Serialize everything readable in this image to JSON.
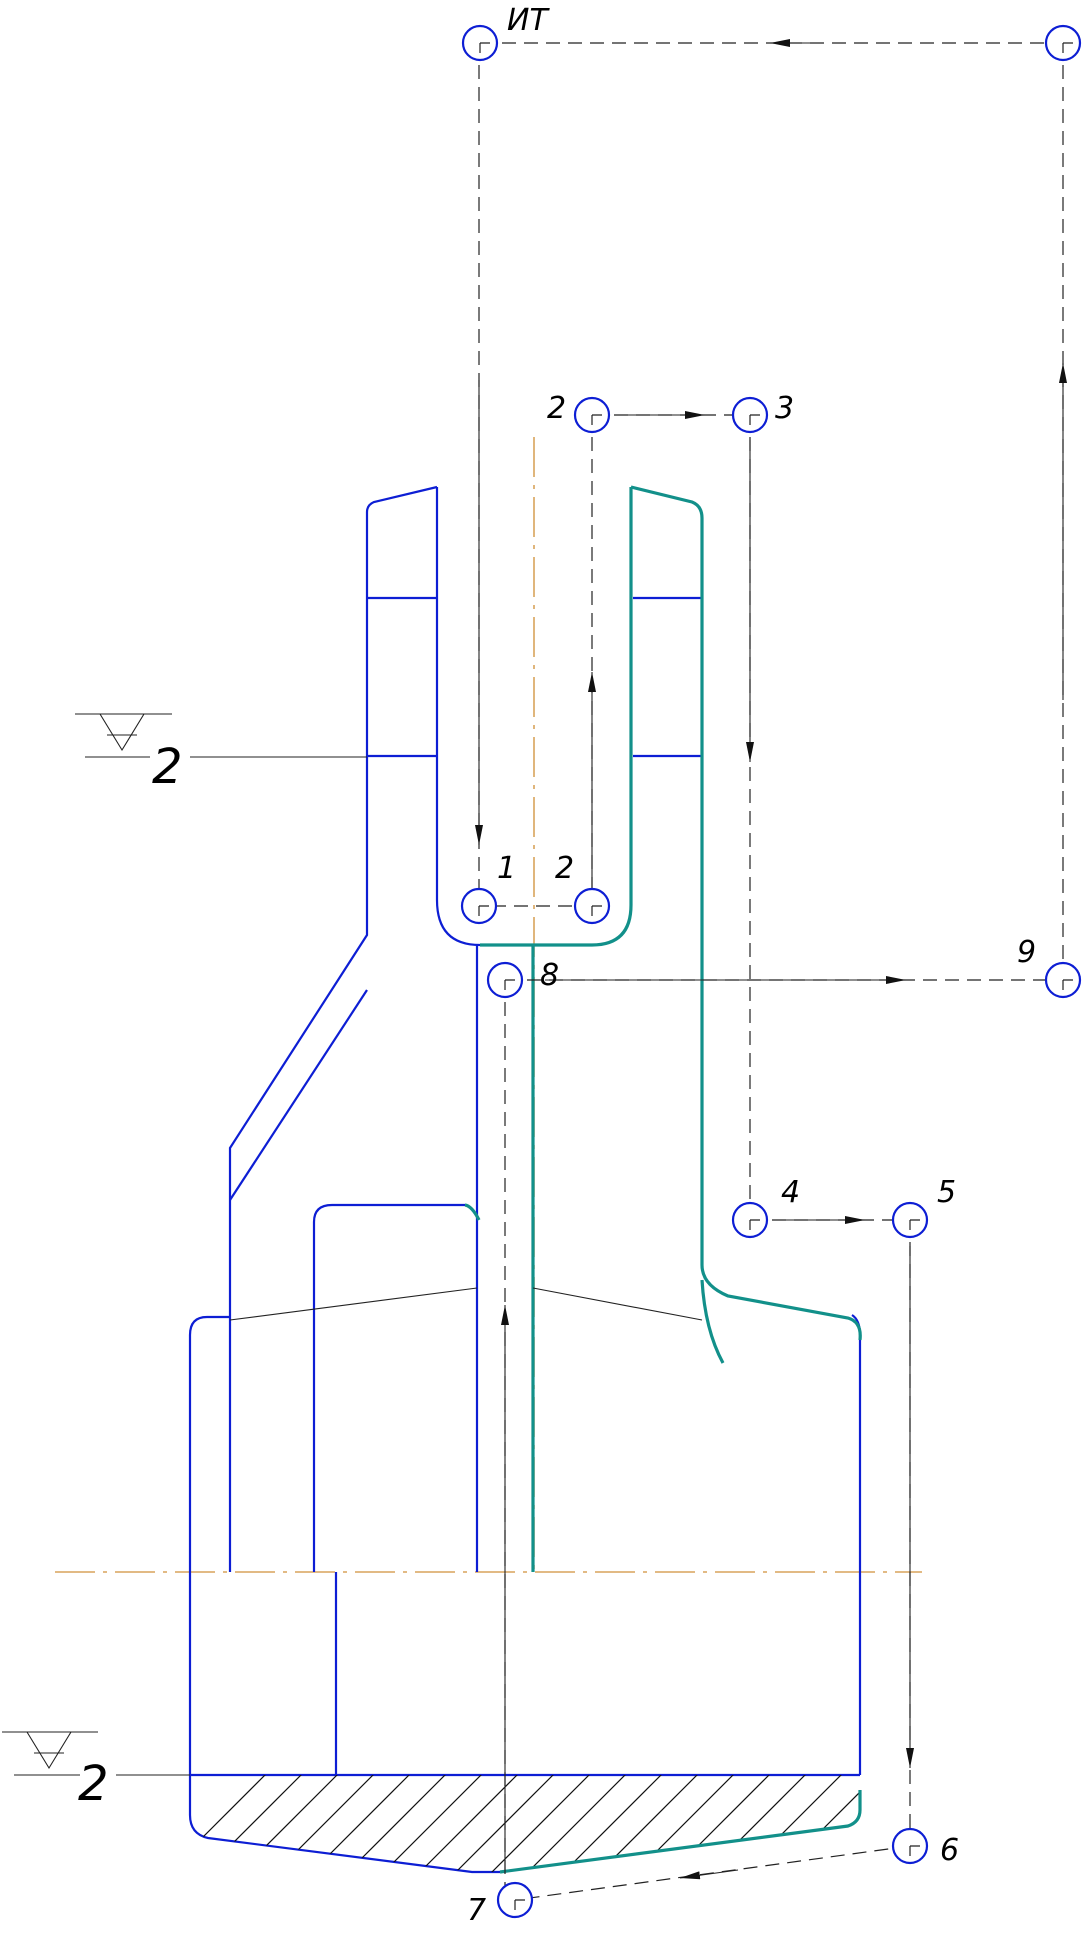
{
  "labels": {
    "it": "ИТ",
    "n1": "1",
    "n2_upper": "2",
    "n2_lower": "2",
    "n3": "3",
    "n4": "4",
    "n5": "5",
    "n6": "6",
    "n7": "7",
    "n8": "8",
    "n9": "9",
    "level_upper": "2",
    "level_lower": "2"
  },
  "colors": {
    "outline": "#0d1ed4",
    "outlet": "#12908a",
    "axis": "#d9a45c",
    "flow": "#222222"
  }
}
